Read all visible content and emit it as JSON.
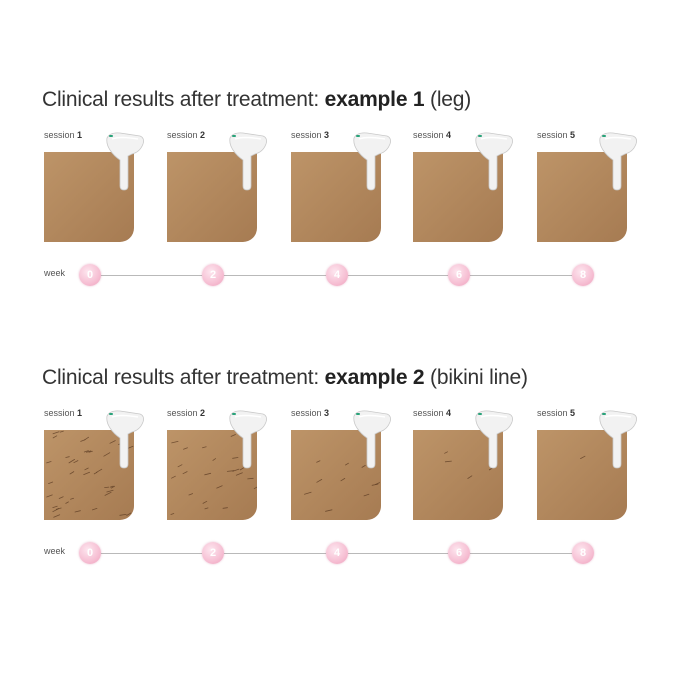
{
  "examples": [
    {
      "title_prefix": "Clinical results after treatment: ",
      "title_bold": "example 1",
      "title_suffix": " (leg)",
      "session_word": "session",
      "sessions": [
        "1",
        "2",
        "3",
        "4",
        "5"
      ],
      "week_label": "week",
      "weeks": [
        "0",
        "2",
        "4",
        "6",
        "8"
      ]
    },
    {
      "title_prefix": "Clinical results after treatment: ",
      "title_bold": "example 2",
      "title_suffix": " (bikini line)",
      "session_word": "session",
      "sessions": [
        "1",
        "2",
        "3",
        "4",
        "5"
      ],
      "week_label": "week",
      "weeks": [
        "0",
        "2",
        "4",
        "6",
        "8"
      ]
    }
  ],
  "colors": {
    "skin": "#b58a5f",
    "skin_dark": "#a67b52",
    "week_dot": "#f6bfd3",
    "device": "#f2f2f2",
    "device_accent": "#2aa37a"
  },
  "icons": [
    "ipl-device-icon",
    "skin-swatch"
  ]
}
